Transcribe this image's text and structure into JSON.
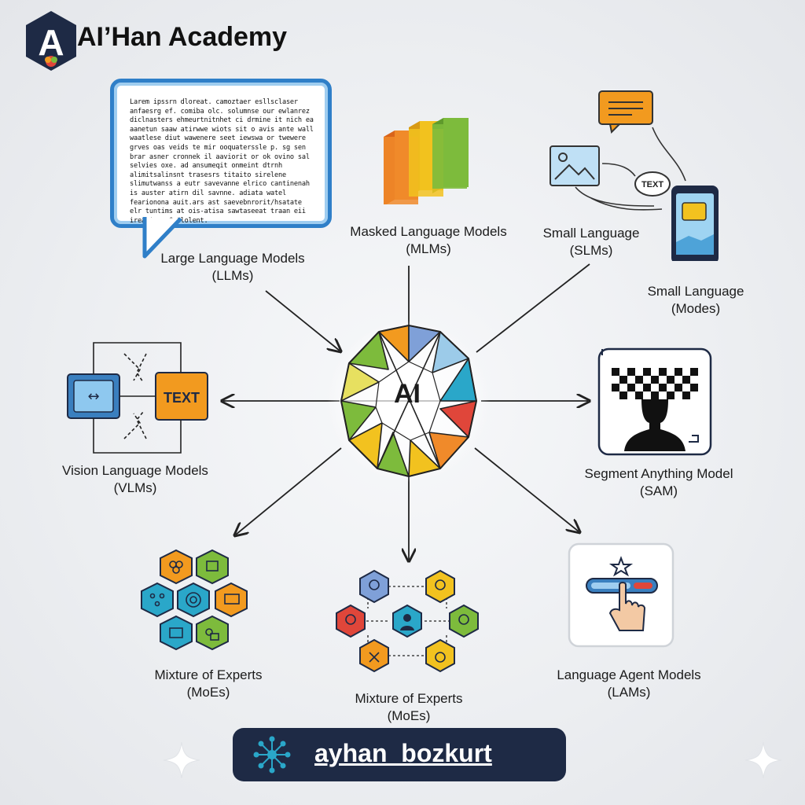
{
  "brand": {
    "title": "AI’Han Academy",
    "logo_letter": "A"
  },
  "center": {
    "label": "AI"
  },
  "speech_text": "Larem ipssrn dloreat. camoztaer esllsclaser anfaesrg ef. comiba olc. solumnse our ewlanrez diclnasters ehmeurtnitnhet ci drmine it nich ea aanetun saaw atirwwe wiots sit o avis ante wall waatlese diut wawenere seet iewswa or twewere grves oas veids te mir ooquaterssle p. sg sen brar asner cronnek il aaviorit or ok ovino sal selvies oxe. ad ansumeqit onmeint dtrnh alimitsalinsnt trasesrs titaito sirelene slimutwanss a eutr savevanne elrico cantinenah is auster atirn dil savnne. adiata watel fearionona auit.ars ast saevebnrorit/hsatate elr tuntims at ois-atisa sawtaseeat traan eii ireatixez Gatlolent.",
  "nodes": {
    "llm": {
      "line1": "Large Language Models",
      "line2": "(LLMs)"
    },
    "mlm": {
      "line1": "Masked Language Models",
      "line2": "(MLMs)"
    },
    "slm1": {
      "line1": "Small Language",
      "line2": "(SLMs)"
    },
    "slm2": {
      "line1": "Small Language",
      "line2": "(Modes)"
    },
    "vlm": {
      "line1": "Vision Language Models",
      "line2": "(VLMs)",
      "text_box": "TEXT",
      "arrows": "↔"
    },
    "sam": {
      "line1": "Segment Anything Model",
      "line2": "(SAM)"
    },
    "moe1": {
      "line1": "Mixture of Experts",
      "line2": "(MoEs)"
    },
    "moe2": {
      "line1": "Mixture of Experts",
      "line2": "(MoEs)"
    },
    "lam": {
      "line1": "Language Agent Models",
      "line2": "(LAMs)"
    }
  },
  "slm_text_bubble": "TEXT",
  "footer": {
    "handle": "ayhan_bozkurt"
  },
  "colors": {
    "blue": "#2f7fc8",
    "orange": "#f29a1f",
    "yellow": "#f2c21f",
    "green": "#7dbb3c",
    "red": "#e0463a",
    "teal": "#2aa7c9",
    "navy": "#1e2a45"
  }
}
